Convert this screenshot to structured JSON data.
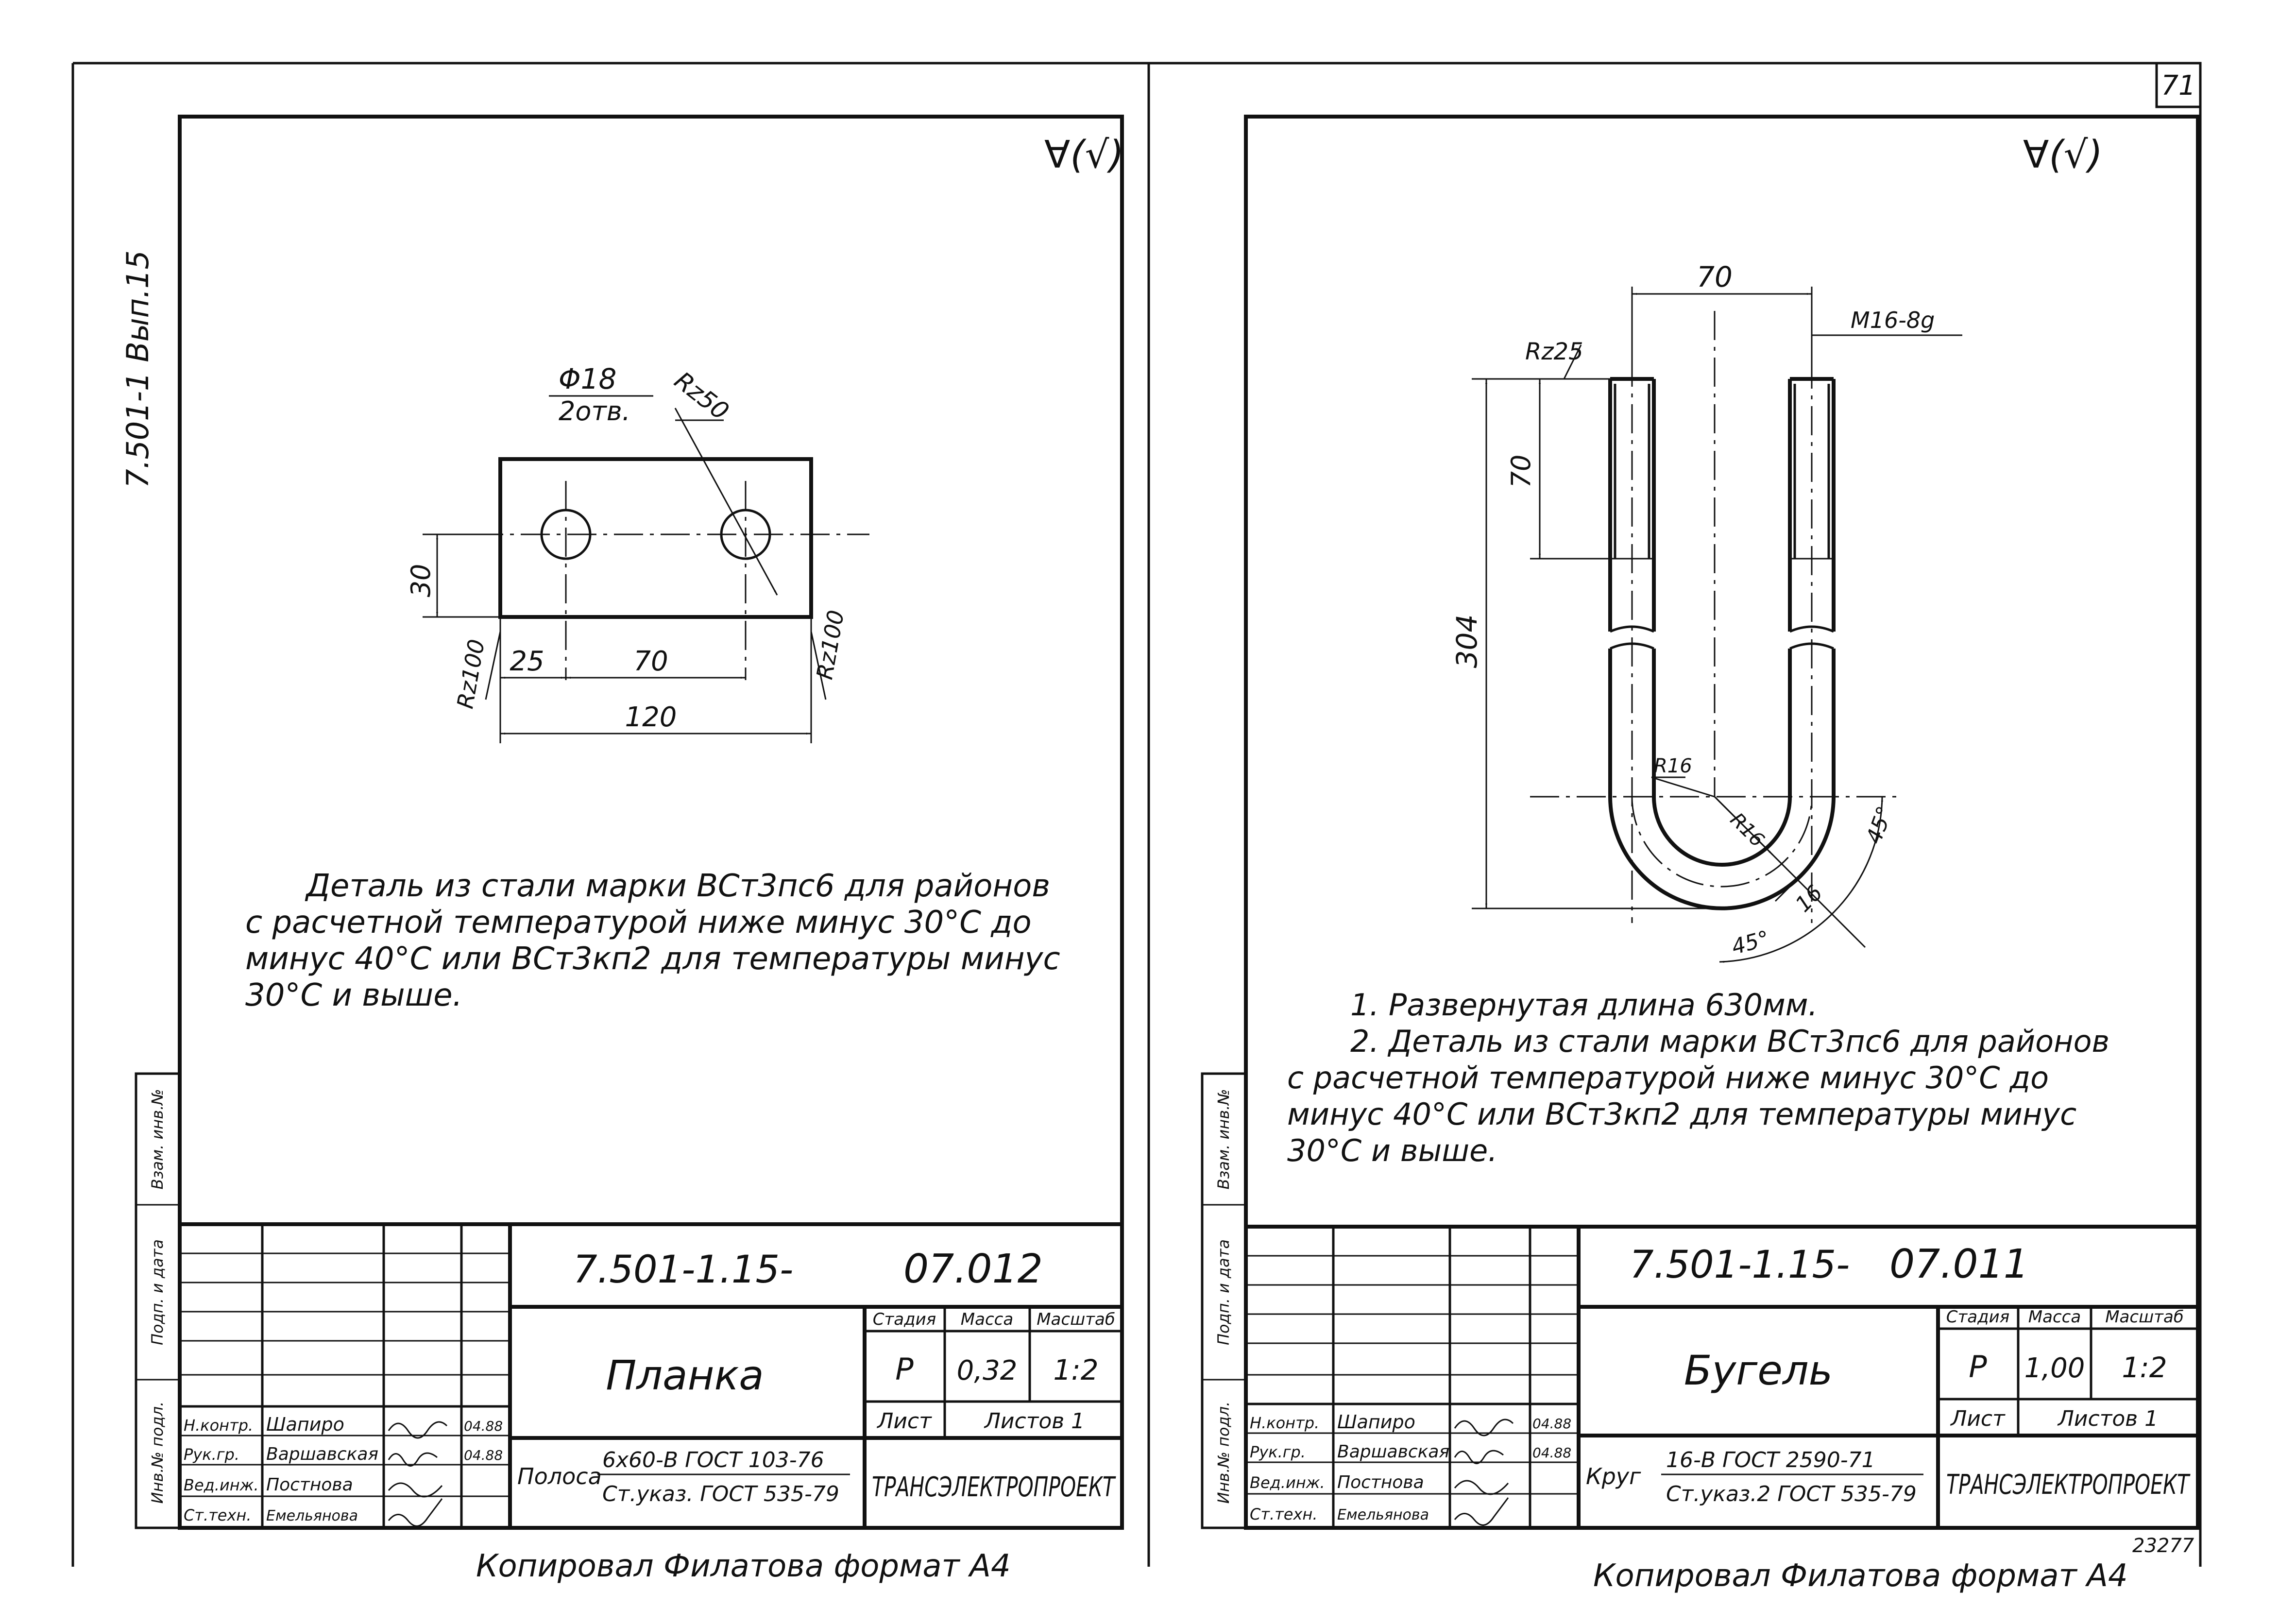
{
  "page_number": "71",
  "side_label": "7.501-1 Вып.15",
  "copy_note": "Копировал Филатова формат А4",
  "inventory_number": "23277",
  "margin_stamp": [
    "Инв.№ подл.",
    "Подп. и дата",
    "Взам. инв.№"
  ],
  "sheets": [
    {
      "roughness": "∀(√)",
      "dims": {
        "hole": "Φ18",
        "holes": "2отв.",
        "rz_top": "Rz50",
        "width_v": "30",
        "left_off": "25",
        "spacing": "70",
        "length": "120",
        "rz_left": "Rz100",
        "rz_right": "Rz100"
      },
      "note_lines": [
        "Деталь из стали марки ВСт3пс6 для районов",
        "с расчетной температурой ниже минус 30°С до",
        "минус 40°С или ВСт3кп2 для температуры минус",
        "30°С и выше."
      ],
      "title_block": {
        "doc_number": "7.501-1.15-",
        "doc_suffix": "07.012",
        "name": "Планка",
        "stage_label": "Стадия",
        "mass_label": "Масса",
        "scale_label": "Масштаб",
        "stage": "Р",
        "mass": "0,32",
        "scale": "1:2",
        "sheet_label": "Лист",
        "sheets_label": "Листов 1",
        "material_prefix": "Полоса",
        "material_top": "6х60-В ГОСТ 103-76",
        "material_bottom": "Ст.указ. ГОСТ 535-79",
        "org": "ТРАНСЭЛЕКТРОПРОЕКТ",
        "roles": [
          {
            "role": "Н.контр.",
            "name": "Шапиро",
            "date": "04.88"
          },
          {
            "role": "Рук.гр.",
            "name": "Варшавская",
            "date": "04.88"
          },
          {
            "role": "Вед.инж.",
            "name": "Постнова",
            "date": ""
          },
          {
            "role": "Ст.техн.",
            "name": "Емельянова",
            "date": ""
          }
        ]
      }
    },
    {
      "roughness": "∀(√)",
      "dims": {
        "top_width": "70",
        "thread": "M16-8g",
        "rz": "Rz25",
        "thread_len": "70",
        "height": "304",
        "r1": "R16",
        "r2": "R16",
        "a1": "45°",
        "a2": "45°",
        "d": "16"
      },
      "note_lines": [
        "1. Развернутая длина 630мм.",
        "2. Деталь из стали марки ВСт3пс6 для районов",
        "с расчетной температурой ниже минус 30°С до",
        "минус 40°С или ВСт3кп2 для температуры минус",
        "30°С и выше."
      ],
      "title_block": {
        "doc_number": "7.501-1.15-",
        "doc_suffix": "07.011",
        "name": "Бугель",
        "stage_label": "Стадия",
        "mass_label": "Масса",
        "scale_label": "Масштаб",
        "stage": "Р",
        "mass": "1,00",
        "scale": "1:2",
        "sheet_label": "Лист",
        "sheets_label": "Листов 1",
        "material_prefix": "Круг",
        "material_top": "16-В ГОСТ 2590-71",
        "material_bottom": "Ст.указ.2 ГОСТ 535-79",
        "org": "ТРАНСЭЛЕКТРОПРОЕКТ",
        "roles": [
          {
            "role": "Н.контр.",
            "name": "Шапиро",
            "date": "04.88"
          },
          {
            "role": "Рук.гр.",
            "name": "Варшавская",
            "date": "04.88"
          },
          {
            "role": "Вед.инж.",
            "name": "Постнова",
            "date": ""
          },
          {
            "role": "Ст.техн.",
            "name": "Емельянова",
            "date": ""
          }
        ]
      }
    }
  ]
}
